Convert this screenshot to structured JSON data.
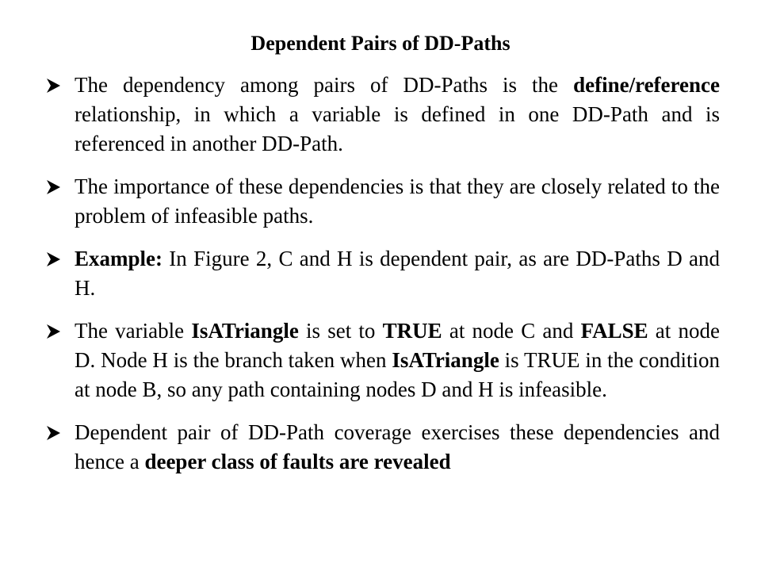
{
  "slide": {
    "title": "Dependent Pairs of DD-Paths",
    "bullet_icon": "arrowhead-bullet-icon",
    "bullets": [
      {
        "runs": [
          {
            "t": "The dependency among pairs of DD-Paths is the "
          },
          {
            "t": "define/reference",
            "b": true
          },
          {
            "t": " relationship, in which a variable is defined in one DD-Path and is referenced in another DD-Path."
          }
        ]
      },
      {
        "runs": [
          {
            "t": "The importance of these dependencies is that they are closely related to the problem of infeasible paths."
          }
        ]
      },
      {
        "runs": [
          {
            "t": "Example:",
            "b": true
          },
          {
            "t": " In Figure 2, C and H is dependent pair, as are DD-Paths D and H."
          }
        ]
      },
      {
        "runs": [
          {
            "t": "The variable "
          },
          {
            "t": "IsATriangle",
            "b": true
          },
          {
            "t": " is set to "
          },
          {
            "t": "TRUE",
            "b": true
          },
          {
            "t": " at node C and "
          },
          {
            "t": "FALSE",
            "b": true
          },
          {
            "t": " at node D. Node H is the branch taken when "
          },
          {
            "t": "IsATriangle",
            "b": true
          },
          {
            "t": " is TRUE in the condition at node B, so any path containing nodes D and H is infeasible."
          }
        ]
      },
      {
        "runs": [
          {
            "t": "Dependent pair of DD-Path coverage exercises these dependencies and hence a "
          },
          {
            "t": "deeper class of faults are revealed",
            "b": true
          }
        ]
      }
    ]
  }
}
